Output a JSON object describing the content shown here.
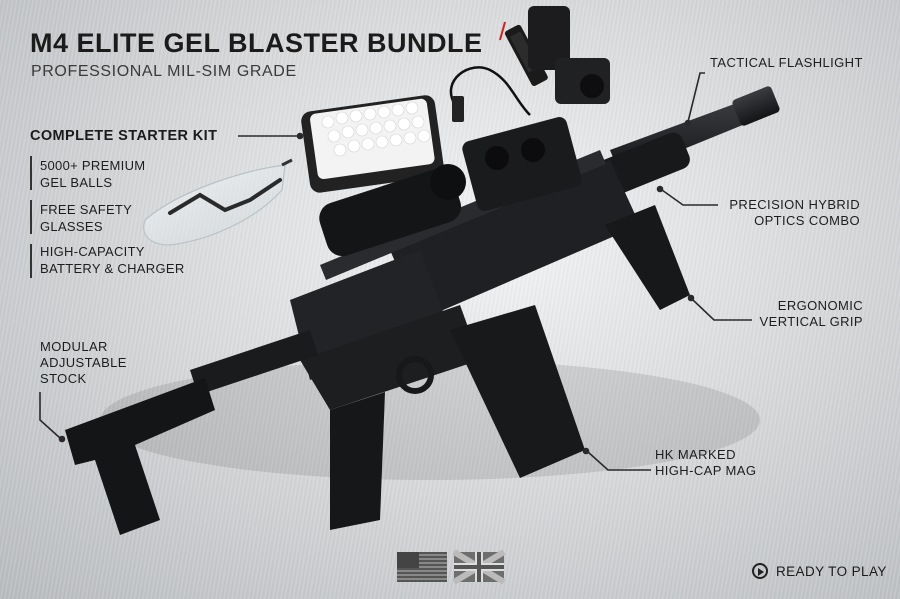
{
  "header": {
    "title": "M4 ELITE GEL BLASTER BUNDLE",
    "subtitle": "PROFESSIONAL MIL-SIM GRADE"
  },
  "kit": {
    "heading": "COMPLETE STARTER KIT",
    "items": [
      [
        "5000+ PREMIUM",
        "GEL BALLS"
      ],
      [
        "FREE SAFETY",
        "GLASSES"
      ],
      [
        "HIGH-CAPACITY",
        "BATTERY & CHARGER"
      ]
    ]
  },
  "callouts": {
    "flashlight": "TACTICAL FLASHLIGHT",
    "optics": [
      "PRECISION HYBRID",
      "OPTICS COMBO"
    ],
    "grip": [
      "ERGONOMIC",
      "VERTICAL GRIP"
    ],
    "stock": [
      "MODULAR",
      "ADJUSTABLE",
      "STOCK"
    ],
    "mag": [
      "HK MARKED",
      "HIGH-CAP MAG"
    ]
  },
  "footer": {
    "cta": "READY TO PLAY"
  },
  "icons": [
    "play-circle-icon",
    "us-flag-icon",
    "uk-flag-icon"
  ],
  "colors": {
    "text": "#1b1b1b",
    "metal": "#d9dbdd",
    "blaster": "#1c1d1f"
  }
}
